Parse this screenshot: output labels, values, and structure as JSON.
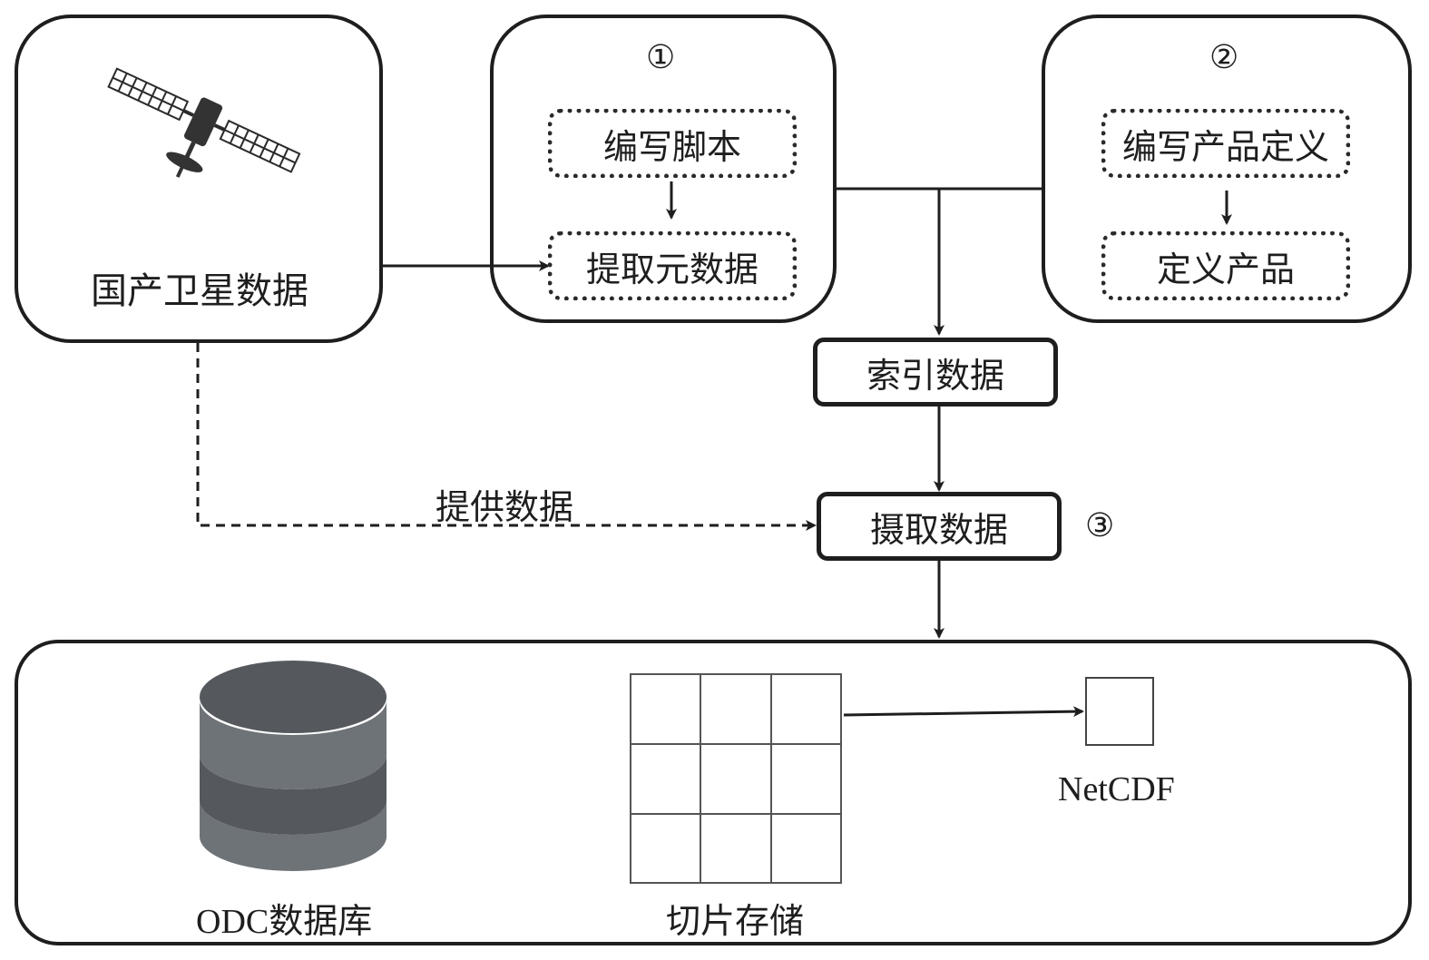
{
  "satellite_box": {
    "label": "国产卫星数据",
    "icon": "satellite-icon"
  },
  "step1_box": {
    "number": "①",
    "top_step": "编写脚本",
    "bottom_step": "提取元数据"
  },
  "step2_box": {
    "number": "②",
    "top_step": "编写产品定义",
    "bottom_step": "定义产品"
  },
  "index_data": "索引数据",
  "ingest": {
    "label": "摄取数据",
    "number": "③"
  },
  "provide_data_label": "提供数据",
  "storage": {
    "database_label": "ODC数据库",
    "database_icon": "database-icon",
    "tiles_label": "切片存储",
    "tiles_icon": "grid-icon",
    "netcdf_label": "NetCDF"
  },
  "colors": {
    "stroke": "#1e1e1e",
    "db_dark": "#55595e",
    "db_light": "#6e7378"
  }
}
